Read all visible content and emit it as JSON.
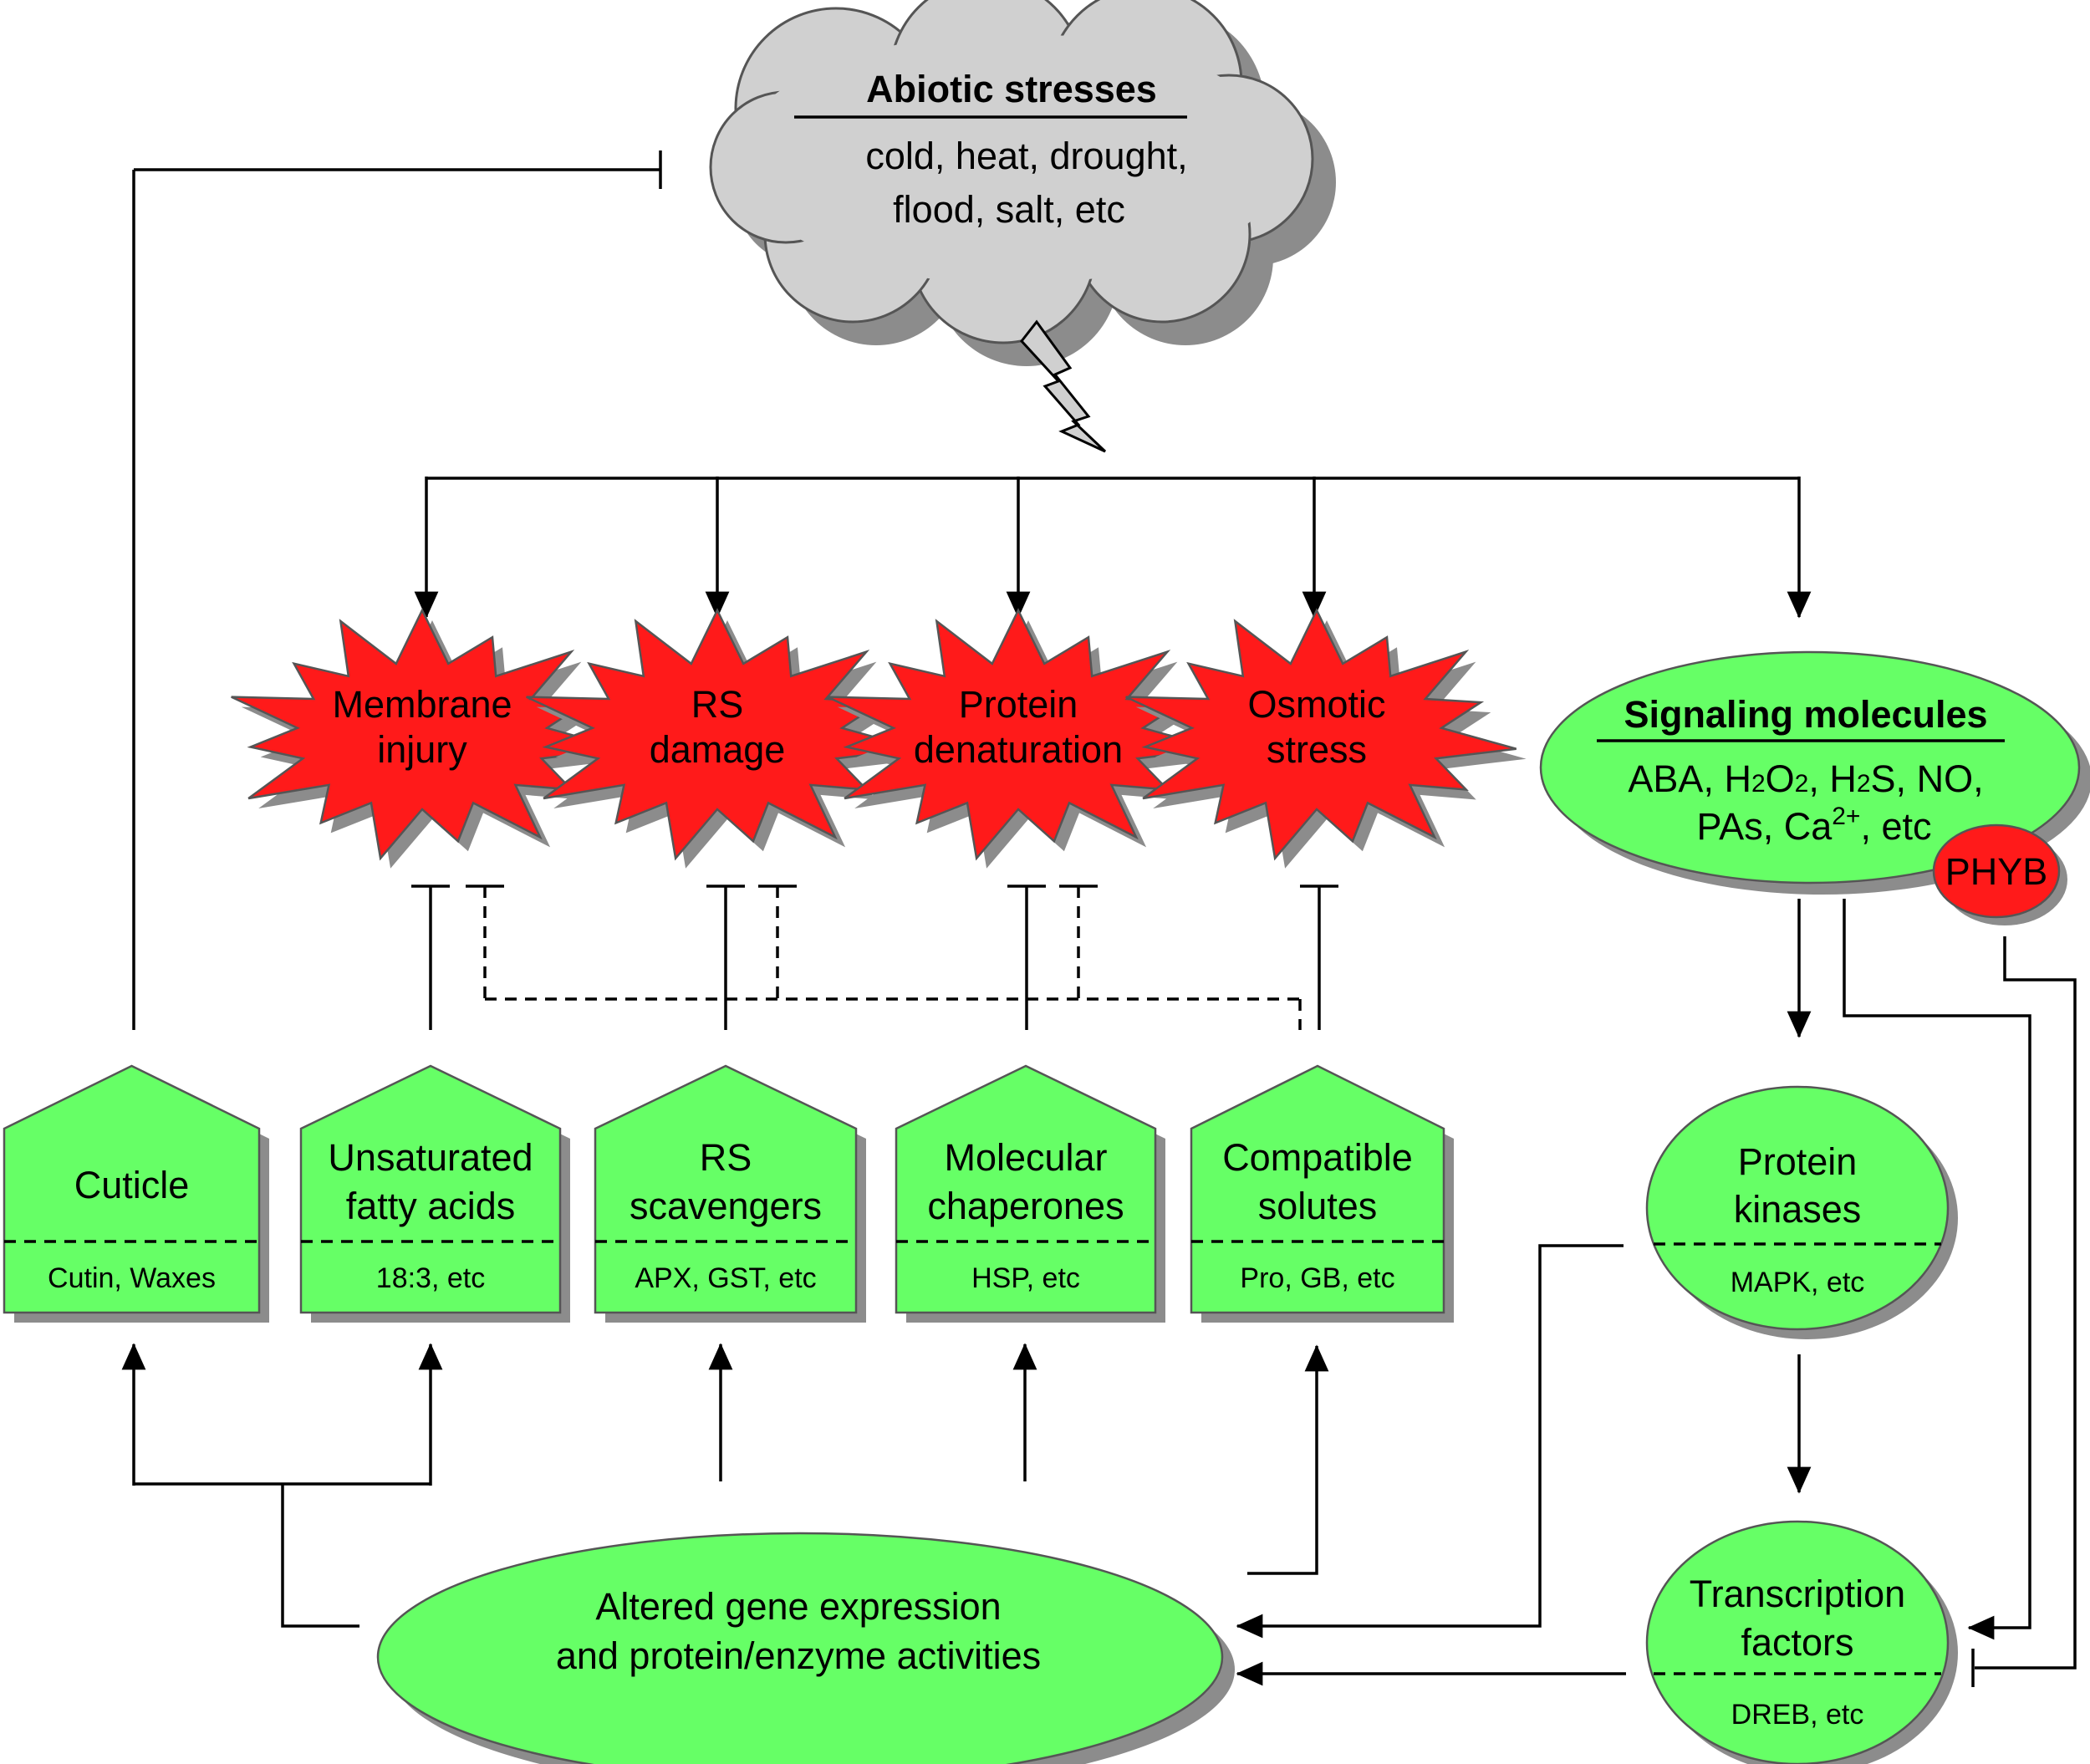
{
  "stress": {
    "title": "Abiotic stresses",
    "line1": "cold, heat, drought,",
    "line2": "flood, salt, etc"
  },
  "damages": [
    {
      "line1": "Membrane",
      "line2": "injury"
    },
    {
      "line1": "RS",
      "line2": "damage"
    },
    {
      "line1": "Protein",
      "line2": "denaturation"
    },
    {
      "line1": "Osmotic",
      "line2": "stress"
    }
  ],
  "signaling": {
    "title": "Signaling molecules",
    "line1_parts": [
      "ABA, H",
      "2",
      "O",
      "2",
      ", H",
      "2",
      "S, NO,"
    ],
    "line2_parts": [
      "PAs, Ca",
      "2+",
      ", etc"
    ],
    "phyb": "PHYB"
  },
  "protections": [
    {
      "line1": "Cuticle",
      "line2": "",
      "detail": "Cutin, Waxes"
    },
    {
      "line1": "Unsaturated",
      "line2": "fatty acids",
      "detail": "18:3, etc"
    },
    {
      "line1": "RS",
      "line2": "scavengers",
      "detail": "APX, GST, etc"
    },
    {
      "line1": "Molecular",
      "line2": "chaperones",
      "detail": "HSP, etc"
    },
    {
      "line1": "Compatible",
      "line2": "solutes",
      "detail": "Pro, GB, etc"
    }
  ],
  "kinases": {
    "line1": "Protein",
    "line2": "kinases",
    "detail": "MAPK, etc"
  },
  "tfs": {
    "line1": "Transcription",
    "line2": "factors",
    "detail": "DREB, etc"
  },
  "gene": {
    "line1": "Altered gene expression",
    "line2": "and protein/enzyme activities"
  },
  "colors": {
    "green": "#66ff66",
    "red": "#ff1a1a",
    "cloud": "#d0d0d0",
    "shadow": "#8c8c8c"
  }
}
